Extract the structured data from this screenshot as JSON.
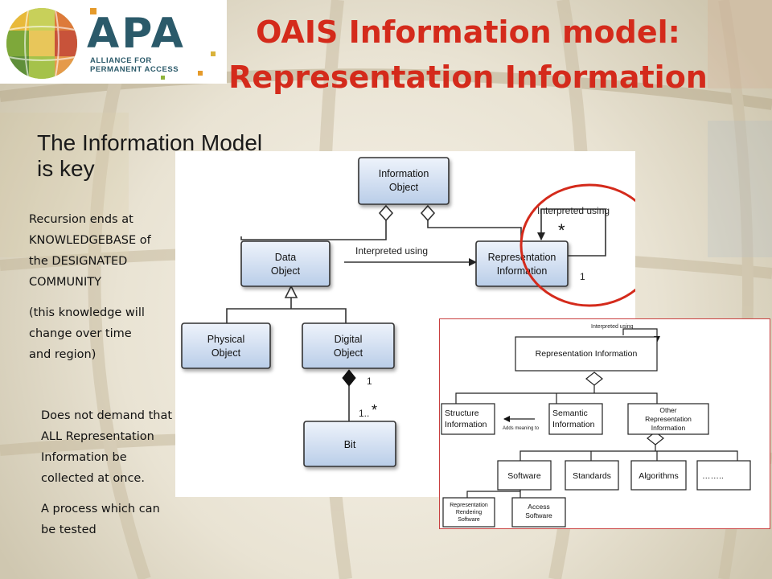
{
  "logo": {
    "name": "APA",
    "line1": "ALLIANCE FOR",
    "line2": "PERMANENT ACCESS"
  },
  "slide": {
    "title_line1": "OAIS Information model:",
    "title_line2": "Representation Information",
    "subtitle_line1": "The Information Model",
    "subtitle_line2": "is key"
  },
  "notes": {
    "recursion": [
      "Recursion ends at",
      "KNOWLEDGEBASE of",
      "the DESIGNATED",
      "COMMUNITY"
    ],
    "knowledge": [
      "(this knowledge will",
      "change over time",
      "and region)"
    ],
    "demand": [
      "Does not demand that",
      "ALL Representation",
      "Information be",
      "collected at once."
    ],
    "process": [
      "A process which can",
      "be tested"
    ]
  },
  "main_diagram": {
    "information_object": [
      "Information",
      "Object"
    ],
    "data_object": [
      "Data",
      "Object"
    ],
    "representation_information": [
      "Representation",
      "Information"
    ],
    "physical_object": [
      "Physical",
      "Object"
    ],
    "digital_object": [
      "Digital",
      "Object"
    ],
    "bit": "Bit",
    "interpreted_using": "Interpreted using",
    "self_loop_label": "Interpreted using",
    "mult_star": "*",
    "mult_one_loop": "1",
    "mult_one_bit": "1",
    "mult_bit": "1..",
    "mult_bit_star": "*"
  },
  "detail_diagram": {
    "interpreted_using": "Interpreted using",
    "representation_information": "Representation Information",
    "structure_information": [
      "Structure",
      "Information"
    ],
    "semantic_information": [
      "Semantic",
      "Information"
    ],
    "other_representation_information": [
      "Other",
      "Representation",
      "Information"
    ],
    "adds_meaning_to": "Adds meaning to",
    "software": "Software",
    "standards": "Standards",
    "algorithms": "Algorithms",
    "ellipsis": "……..",
    "rendering_software": [
      "Representation",
      "Rendering",
      "Software"
    ],
    "access_software": [
      "Access",
      "Software"
    ]
  },
  "colors": {
    "title": "#d42a1b",
    "highlight_circle": "#d42a1b",
    "box_fill_top": "#eef3fb",
    "box_fill_bottom": "#b9cde8",
    "box_stroke": "#3a3a3a"
  }
}
